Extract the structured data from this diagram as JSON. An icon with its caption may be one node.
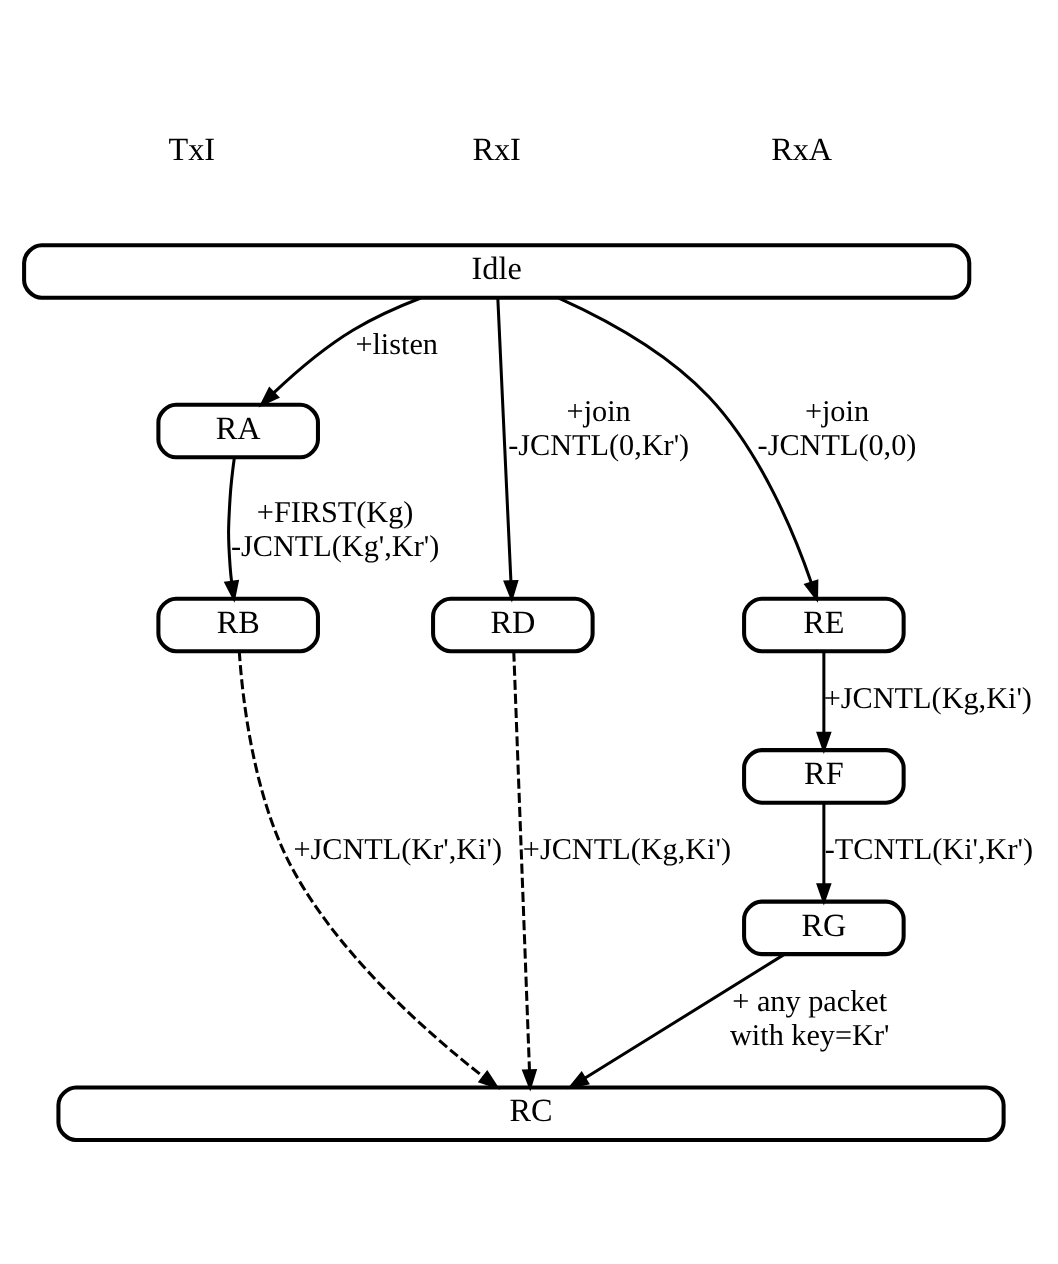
{
  "diagram": {
    "nodes": [
      {
        "text": [
          "Idle"
        ]
      },
      {
        "text": [
          "RA"
        ]
      },
      {
        "text": [
          "RB"
        ]
      },
      {
        "text": [
          "RD"
        ]
      },
      {
        "text": [
          "RE"
        ]
      },
      {
        "text": [
          "RF"
        ]
      },
      {
        "text": [
          "RG"
        ]
      },
      {
        "text": [
          "RC"
        ]
      }
    ],
    "edges": [
      {
        "from": 0,
        "to": 1,
        "arrow": "to",
        "label": "+listen"
      },
      {
        "from": 1,
        "to": 2,
        "arrow": "to",
        "label": "+FIRST(Kg) -JCNTL(Kg',Kr')"
      },
      {
        "from": 2,
        "to": 7,
        "arrow": "to",
        "label": "+JCNTL(Kr',Ki')",
        "style": "dashed"
      },
      {
        "from": 0,
        "to": 3,
        "arrow": "to",
        "label": "+join -JCNTL(0,Kr')"
      },
      {
        "from": 3,
        "to": 7,
        "arrow": "to",
        "label": "+JCNTL(Kg,Ki')",
        "style": "dashed"
      },
      {
        "from": 0,
        "to": 4,
        "arrow": "to",
        "label": "+join -JCNTL(0,0)"
      },
      {
        "from": 4,
        "to": 5,
        "arrow": "to",
        "label": "+JCNTL(Kg,Ki')"
      },
      {
        "from": 5,
        "to": 6,
        "arrow": "to",
        "label": "-TCNTL(Ki',Kr')"
      },
      {
        "from": 6,
        "to": 7,
        "arrow": "to",
        "label": "+ any packet with key=Kr'"
      }
    ],
    "labels": [
      "TxI",
      "RxI",
      "RxA"
    ]
  }
}
